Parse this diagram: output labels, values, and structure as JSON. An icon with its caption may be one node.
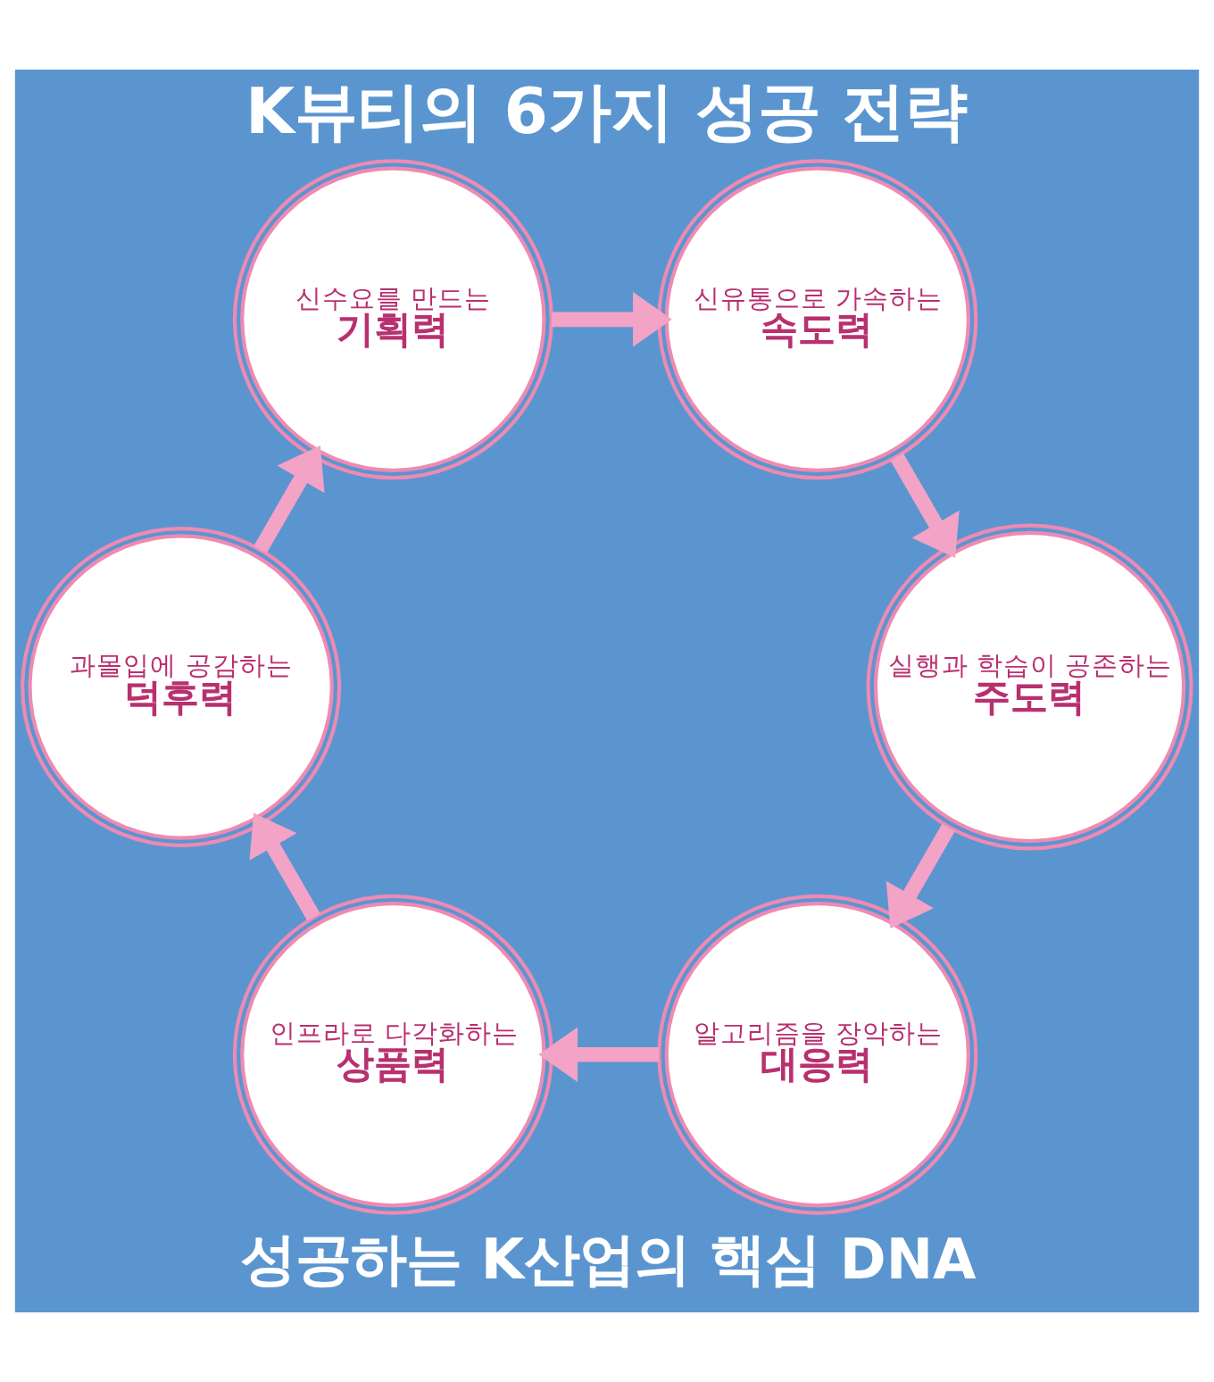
{
  "diagram": {
    "title": "K뷰티의 6가지 성공 전략",
    "nodes": [
      {
        "text": [
          "신수요를 만드는",
          "기획력"
        ]
      },
      {
        "text": [
          "신유통으로 가속하는",
          "속도력"
        ]
      },
      {
        "text": [
          "실행과 학습이 공존하는",
          "주도력"
        ]
      },
      {
        "text": [
          "알고리즘을 장악하는",
          "대응력"
        ]
      },
      {
        "text": [
          "인프라로 다각화하는",
          "상품력"
        ]
      },
      {
        "text": [
          "과몰입에 공감하는",
          "덕후력"
        ]
      }
    ],
    "edges": [
      {
        "from": 0,
        "to": 1,
        "arrow": "to"
      },
      {
        "from": 1,
        "to": 2,
        "arrow": "to"
      },
      {
        "from": 2,
        "to": 3,
        "arrow": "to"
      },
      {
        "from": 3,
        "to": 4,
        "arrow": "to"
      },
      {
        "from": 4,
        "to": 5,
        "arrow": "to"
      },
      {
        "from": 5,
        "to": 0,
        "arrow": "to"
      }
    ],
    "labels": [
      "성공하는 K산업의 핵심 DNA"
    ]
  }
}
